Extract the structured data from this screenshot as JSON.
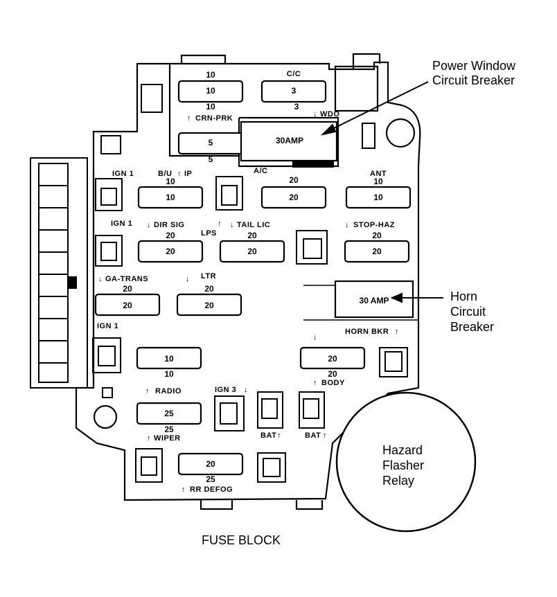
{
  "caption": "FUSE BLOCK",
  "callouts": {
    "power_window": [
      "Power Window",
      "Circuit Breaker"
    ],
    "horn": [
      "Horn",
      "Circuit",
      "Breaker"
    ],
    "hazard": [
      "Hazard",
      "Flasher",
      "Relay"
    ]
  },
  "breakers": {
    "power_window": "30AMP",
    "horn": "30 AMP",
    "horn_tag": "HORN BKR"
  },
  "labels": {
    "cc": "C/C",
    "crn_prk": "CRN-PRK",
    "wdo": "WDO",
    "ign1_a": "IGN 1",
    "bu": "B/U",
    "ip": "IP",
    "ac": "A/C",
    "ant": "ANT",
    "ign1_b": "IGN 1",
    "dir_sig": "DIR SIG",
    "lps": "LPS",
    "tail_lic": "TAIL LIC",
    "stop_haz": "STOP-HAZ",
    "ga_trans": "GA-TRANS",
    "ltr": "LTR",
    "ign1_c": "IGN 1",
    "radio": "RADIO",
    "ign3": "IGN 3",
    "body": "BODY",
    "bat_a": "BAT",
    "bat_b": "BAT",
    "wiper": "WIPER",
    "rr_defog": "RR DEFOG"
  },
  "fuses": {
    "f1_top": "10",
    "f1_in": "10",
    "f1_bot": "10",
    "f2_in": "3",
    "f2_bot": "3",
    "f3_in": "5",
    "f3_bot": "5",
    "f4_top": "10",
    "f4_in": "10",
    "f5_top": "20",
    "f5_in": "20",
    "f6_top": "10",
    "f6_in": "10",
    "f7_top": "20",
    "f7_in": "20",
    "f8_top": "20",
    "f8_in": "20",
    "f9_top": "20",
    "f9_in": "20",
    "f10_top": "20",
    "f10_in": "20",
    "f11_top": "20",
    "f11_in": "20",
    "f12_in": "10",
    "f12_bot": "10",
    "f13_in": "20",
    "f13_bot": "20",
    "f14_in": "25",
    "f14_bot": "25",
    "f15_in": "20",
    "f15_bot": "25"
  }
}
